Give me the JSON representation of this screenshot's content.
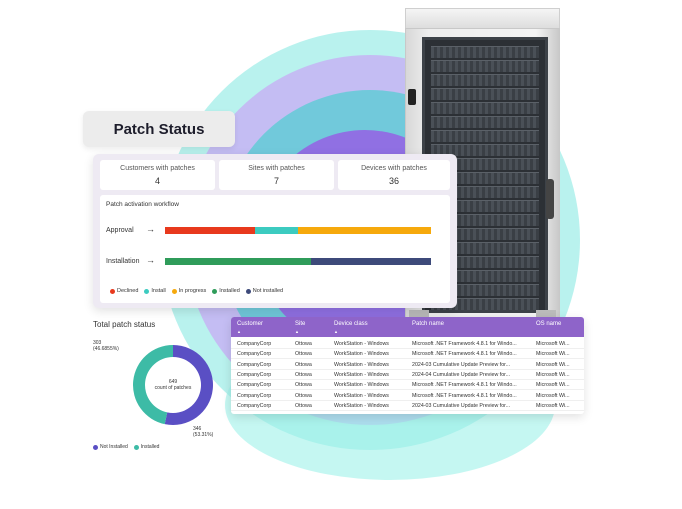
{
  "title": "Patch Status",
  "stats": [
    {
      "label": "Customers with patches",
      "value": "4"
    },
    {
      "label": "Sites with patches",
      "value": "7"
    },
    {
      "label": "Devices with patches",
      "value": "36"
    }
  ],
  "workflow": {
    "title": "Patch activation workflow",
    "rows": [
      {
        "label": "Approval",
        "segments": [
          {
            "status": "Declined",
            "fraction": 0.34
          },
          {
            "status": "Install",
            "fraction": 0.16
          },
          {
            "status": "In progress",
            "fraction": 0.5
          }
        ]
      },
      {
        "label": "Installation",
        "segments": [
          {
            "status": "Installed",
            "fraction": 0.55
          },
          {
            "status": "Not installed",
            "fraction": 0.45
          }
        ]
      }
    ],
    "legend": [
      {
        "label": "Declined",
        "color": "#e8391d"
      },
      {
        "label": "Install",
        "color": "#3ccbc0"
      },
      {
        "label": "In progress",
        "color": "#f6a90c"
      },
      {
        "label": "Installed",
        "color": "#2f9c5a"
      },
      {
        "label": "Not installed",
        "color": "#3d4a7a"
      }
    ]
  },
  "donut": {
    "title": "Total patch status",
    "center_value": "649",
    "center_label": "count of patches",
    "slices": [
      {
        "name": "Not Installed",
        "value": 346,
        "label_count": "346",
        "label_pct": "(53.31%)",
        "color": "#5a4fc4"
      },
      {
        "name": "Installed",
        "value": 303,
        "label_count": "303",
        "label_pct": "(46.6855%)",
        "color": "#3dbba6"
      }
    ],
    "legend": [
      {
        "label": "Not Installed",
        "color": "#5a4fc4"
      },
      {
        "label": "Installed",
        "color": "#3dbba6"
      }
    ]
  },
  "table": {
    "columns": [
      "Customer",
      "Site",
      "Device class",
      "Patch name",
      "OS name"
    ],
    "sort_marker": "▲",
    "rows": [
      [
        "CompanyCorp",
        "Ottowa",
        "WorkStation - Windows",
        "Microsoft .NET Framework 4.8.1 for Windo...",
        "Microsoft Wi..."
      ],
      [
        "CompanyCorp",
        "Ottowa",
        "WorkStation - Windows",
        "Microsoft .NET Framework 4.8.1 for Windo...",
        "Microsoft Wi..."
      ],
      [
        "CompanyCorp",
        "Ottowa",
        "WorkStation - Windows",
        "2024-03 Cumulative Update Preview for...",
        "Microsoft Wi..."
      ],
      [
        "CompanyCorp",
        "Ottowa",
        "WorkStation - Windows",
        "2024-04 Cumulative Update Preview for...",
        "Microsoft Wi..."
      ],
      [
        "CompanyCorp",
        "Ottowa",
        "WorkStation - Windows",
        "Microsoft .NET Framework 4.8.1 for Windo...",
        "Microsoft Wi..."
      ],
      [
        "CompanyCorp",
        "Ottowa",
        "WorkStation - Windows",
        "Microsoft .NET Framework 4.8.1 for Windo...",
        "Microsoft Wi..."
      ],
      [
        "CompanyCorp",
        "Ottowa",
        "WorkStation - Windows",
        "2024-03 Cumulative Update Preview for...",
        "Microsoft Wi..."
      ]
    ]
  },
  "icons": {
    "arrow": "arrow-right-icon"
  },
  "arrow_glyph": "→"
}
